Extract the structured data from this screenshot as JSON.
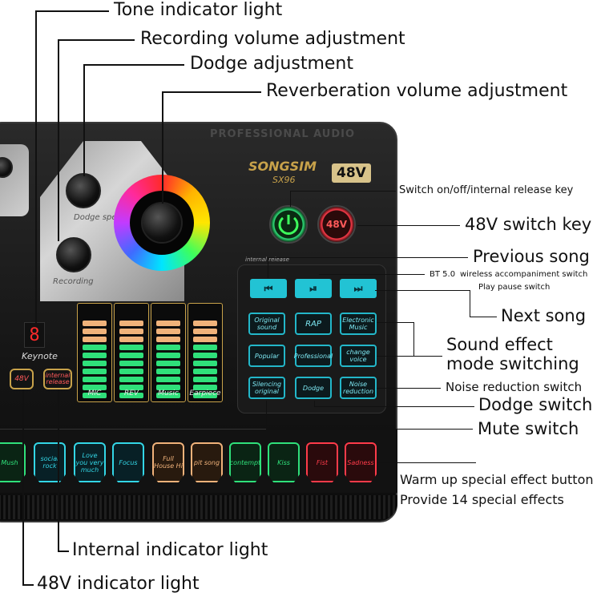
{
  "device": {
    "brand_text": "PROFESSIONAL AUDIO",
    "logo": "SONGSIM",
    "model": "SX96",
    "badge": "48V",
    "knob_dodge_label": "Dodge speed",
    "knob_recording_label": "Recording",
    "keynote_digit": "8",
    "keynote_label": "Keynote",
    "btn_48v": "48V",
    "btn_internal_release": "internal release",
    "internal_release_small": "internal release",
    "meters": [
      {
        "label": "MIC"
      },
      {
        "label": "REV"
      },
      {
        "label": "Music"
      },
      {
        "label": "Earpiece"
      }
    ],
    "power_icon_label": "48V",
    "nav": {
      "prev": "⏮",
      "play": "⏯",
      "next": "⏭"
    },
    "sound_buttons": [
      "Original sound",
      "RAP",
      "Electronic Music",
      "Popular",
      "Professional",
      "change voice",
      "Silencing original",
      "Dodge",
      "Noise reduction"
    ],
    "effects": [
      {
        "label": "Mush",
        "color": "#2fe07a"
      },
      {
        "label": "social rock",
        "color": "#33d6e6"
      },
      {
        "label": "Love you very much",
        "color": "#33d6e6"
      },
      {
        "label": "Focus",
        "color": "#33d6e6"
      },
      {
        "label": "Full House Hi",
        "color": "#f0b27a"
      },
      {
        "label": "pit song",
        "color": "#f0b27a"
      },
      {
        "label": "contempt",
        "color": "#2fe07a"
      },
      {
        "label": "Kiss",
        "color": "#2fe07a"
      },
      {
        "label": "Fist",
        "color": "#ff3b4a"
      },
      {
        "label": "Sadness",
        "color": "#ff3b4a"
      }
    ]
  },
  "annotations": {
    "tone_indicator": "Tone indicator light",
    "recording_volume": "Recording volume adjustment",
    "dodge_adjustment": "Dodge adjustment",
    "reverb_volume": "Reverberation volume adjustment",
    "switch_onoff": "Switch on/off/internal release key",
    "switch_48v": "48V switch key",
    "previous_song": "Previous song",
    "bt_label": "BT 5.0",
    "bt_text": "wireless accompaniment switch",
    "play_pause": "Play pause switch",
    "next_song": "Next song",
    "sound_effect_line1": "Sound effect",
    "sound_effect_line2": "mode switching",
    "noise_reduction": "Noise reduction switch",
    "dodge_switch": "Dodge switch",
    "mute_switch": "Mute switch",
    "warm_up": "Warm up special effect button",
    "provide_14": "Provide 14 special effects",
    "internal_indicator": "Internal indicator light",
    "indicator_48v": "48V indicator light"
  }
}
